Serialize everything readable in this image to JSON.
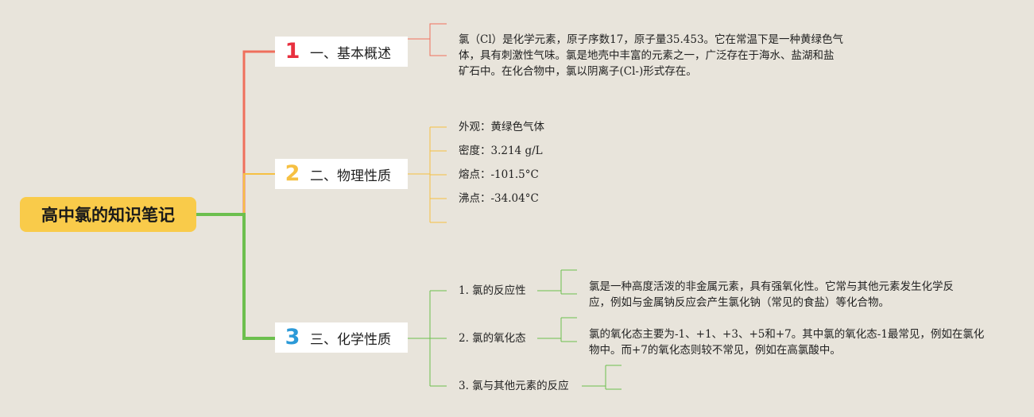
{
  "root": {
    "label": "高中氯的知识笔记"
  },
  "colors": {
    "branch1": "#ef6f5c",
    "branch2": "#f6c042",
    "branch3": "#6cbf4e",
    "num3": "#2c9ad8",
    "background": "#e8e4db",
    "root_fill": "#f9cb4a"
  },
  "branches": [
    {
      "num": "1",
      "label": "一、基本概述",
      "text_lines": [
        "氯（Cl）是化学元素，原子序数17，原子量35.453。它在常温下是一种黄绿色气",
        "体，具有刺激性气味。氯是地壳中丰富的元素之一，广泛存在于海水、盐湖和盐",
        "矿石中。在化合物中，氯以阴离子(Cl-)形式存在。"
      ]
    },
    {
      "num": "2",
      "label": "二、物理性质",
      "items": [
        "外观：黄绿色气体",
        "密度：3.214 g/L",
        "熔点：-101.5°C",
        "沸点：-34.04°C"
      ]
    },
    {
      "num": "3",
      "label": "三、化学性质",
      "subs": [
        {
          "label": "1. 氯的反应性",
          "text_lines": [
            "氯是一种高度活泼的非金属元素，具有强氧化性。它常与其他元素发生化学反",
            "应，例如与金属钠反应会产生氯化钠（常见的食盐）等化合物。"
          ]
        },
        {
          "label": "2. 氯的氧化态",
          "text_lines": [
            "氯的氧化态主要为-1、+1、+3、+5和+7。其中氯的氧化态-1最常见，例如在氯化",
            "物中。而+7的氧化态则较不常见，例如在高氯酸中。"
          ]
        },
        {
          "label": "3. 氯与其他元素的反应"
        }
      ]
    }
  ]
}
